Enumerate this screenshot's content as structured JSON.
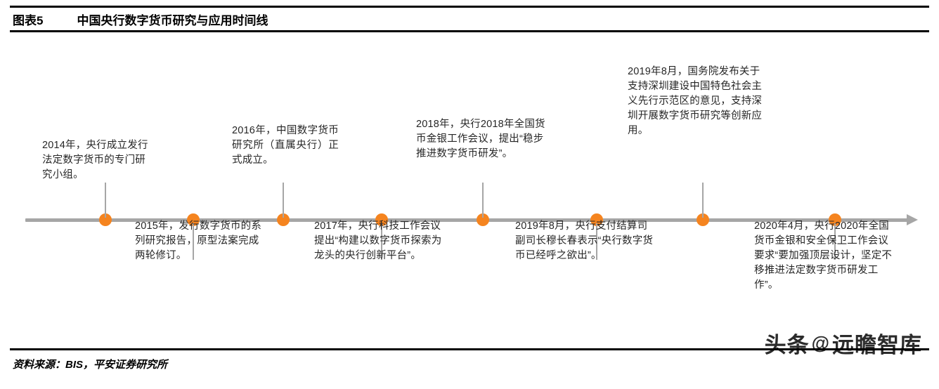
{
  "header": {
    "index": "图表5",
    "title": "中国央行数字货币研究与应用时间线"
  },
  "timeline": {
    "axis": {
      "color": "#a6a6a6",
      "dot_color": "#F5841F",
      "arrow_direction": "right"
    },
    "nodes": [
      {
        "year": "2014",
        "position": "above",
        "text": "2014年，央行成立发行法定数字货币的专门研究小组。"
      },
      {
        "year": "2015",
        "position": "below",
        "text": "2015年，发行数字货币的系列研究报告，原型法案完成两轮修订。"
      },
      {
        "year": "2016",
        "position": "above",
        "text": "2016年，中国数字货币研究所（直属央行）正式成立。"
      },
      {
        "year": "2017",
        "position": "below",
        "text": "2017年，央行科技工作会议提出“构建以数字货币探索为龙头的央行创新平台”。"
      },
      {
        "year": "2018",
        "position": "above",
        "text": "2018年，央行2018年全国货币金银工作会议，提出“稳步推进数字货币研发”。"
      },
      {
        "year": "2019-08-a",
        "position": "below",
        "text": "2019年8月，央行支付结算司副司长穆长春表示“央行数字货币已经呼之欲出”。"
      },
      {
        "year": "2019-08-b",
        "position": "above",
        "text": "2019年8月，国务院发布关于支持深圳建设中国特色社会主义先行示范区的意见，支持深圳开展数字货币研究等创新应用。"
      },
      {
        "year": "2020-04",
        "position": "below",
        "text": "2020年4月，央行2020年全国货币金银和安全保卫工作会议要求“要加强顶层设计，坚定不移推进法定数字货币研发工作”。"
      }
    ]
  },
  "footer": {
    "source": "资料来源：BIS，平安证券研究所"
  },
  "watermark": {
    "left": "头条",
    "at": "@",
    "right": "远瞻智库"
  }
}
